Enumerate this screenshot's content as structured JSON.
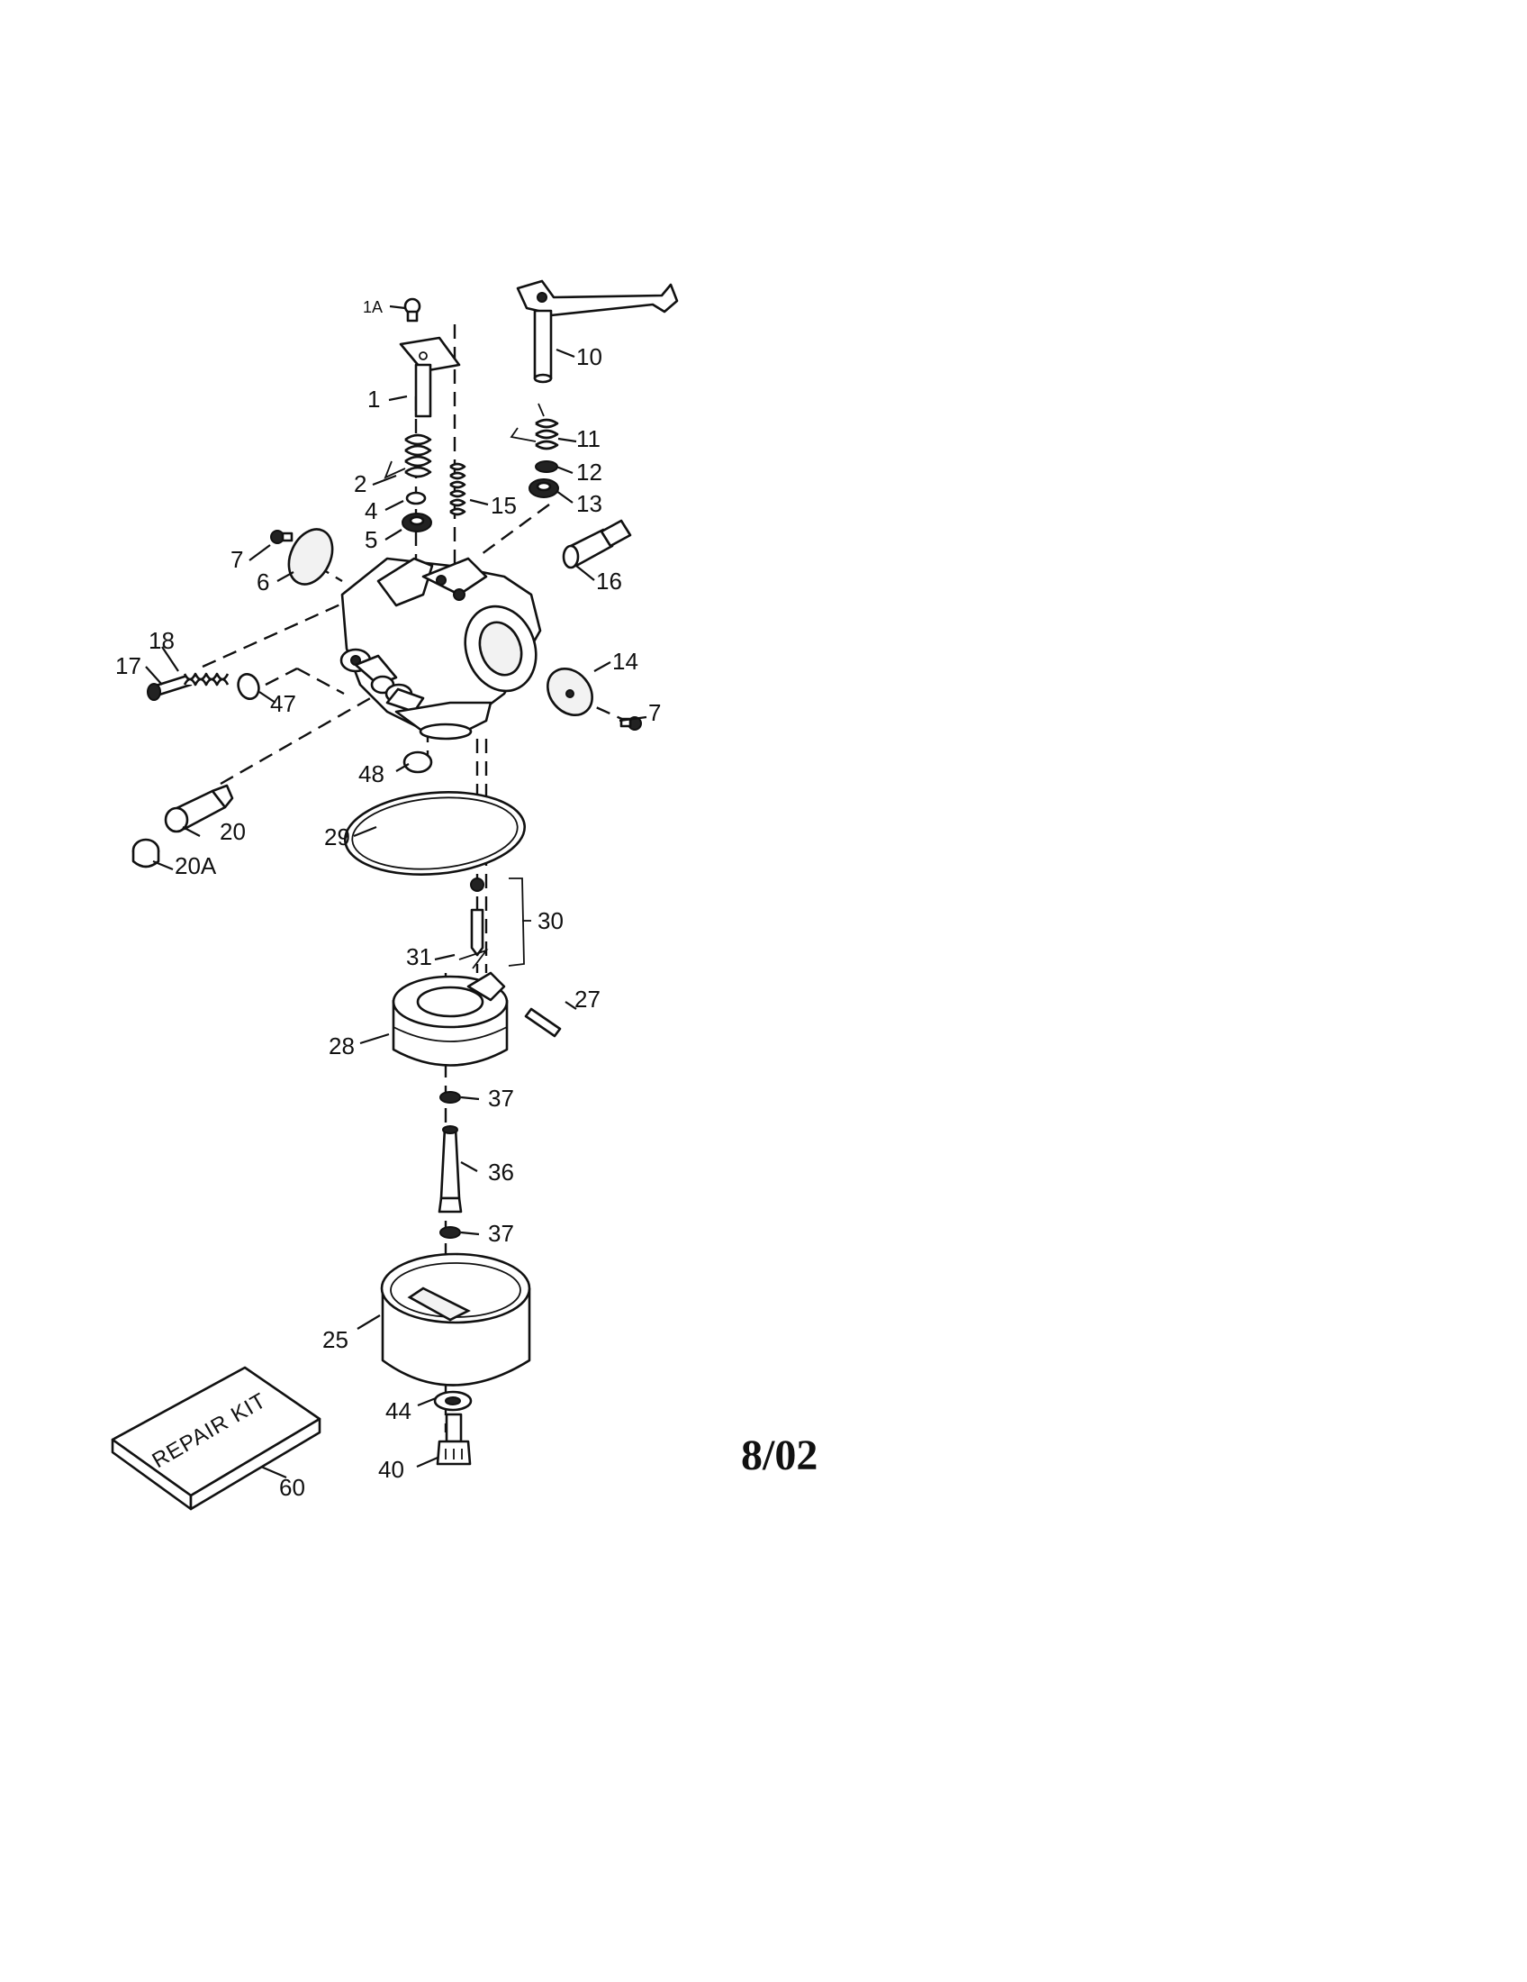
{
  "diagram": {
    "callouts": {
      "p1A": "1A",
      "p1": "1",
      "p2": "2",
      "p4": "4",
      "p5": "5",
      "p6": "6",
      "p7a": "7",
      "p7b": "7",
      "p10": "10",
      "p11": "11",
      "p12": "12",
      "p13": "13",
      "p14": "14",
      "p15": "15",
      "p16": "16",
      "p17": "17",
      "p18": "18",
      "p20": "20",
      "p20A": "20A",
      "p25": "25",
      "p27": "27",
      "p28": "28",
      "p29": "29",
      "p30": "30",
      "p31": "31",
      "p36": "36",
      "p37a": "37",
      "p37b": "37",
      "p40": "40",
      "p44": "44",
      "p47": "47",
      "p48": "48",
      "p60": "60"
    },
    "repair_kit_label": "REPAIR KIT",
    "date": "8/02"
  }
}
